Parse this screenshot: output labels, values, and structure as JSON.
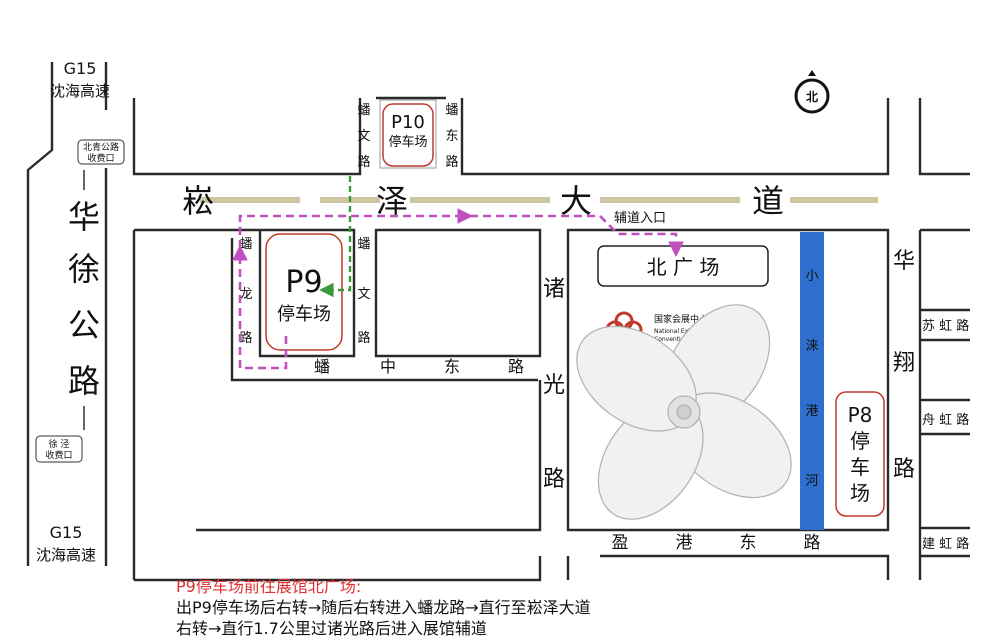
{
  "map": {
    "highway_north": {
      "code": "G15",
      "name": "沈海高速"
    },
    "highway_south": {
      "code": "G15",
      "name": "沈海高速"
    },
    "toll_north": [
      "北青公路",
      "收费口"
    ],
    "toll_south": [
      "徐 泾",
      "收费口"
    ],
    "road_huaxu": [
      "华",
      "徐",
      "公",
      "路"
    ],
    "road_songze": [
      "崧",
      "泽",
      "大",
      "道"
    ],
    "road_panwen": [
      "蟠",
      "文",
      "路"
    ],
    "road_pandong": [
      "蟠",
      "东",
      "路"
    ],
    "road_panlong": [
      "蟠",
      "龙",
      "路"
    ],
    "road_panwen2": [
      "蟠",
      "文",
      "路"
    ],
    "road_panzhongdong": [
      "蟠",
      "中",
      "东",
      "路"
    ],
    "road_zhuguang": [
      "诸",
      "光",
      "路"
    ],
    "road_yinggangdong": [
      "盈",
      "港",
      "东",
      "路"
    ],
    "road_huaxiang": [
      "华",
      "翔",
      "路"
    ],
    "road_suhong": "苏 虹 路",
    "road_zhouhong": "舟 虹 路",
    "road_jianhong": "建 虹 路",
    "river": [
      "小",
      "涞",
      "港",
      "河"
    ],
    "p10": {
      "code": "P10",
      "name": "停车场"
    },
    "p9": {
      "code": "P9",
      "name": "停车场"
    },
    "p8": {
      "code": "P8",
      "name": [
        "停",
        "车",
        "场"
      ]
    },
    "north_plaza": "北 广 场",
    "aux_entrance": "辅道入口",
    "venue_cn": "国家会展中心(上海)",
    "venue_en": [
      "National Exhibition and",
      "Convention Center (Shanghai)"
    ],
    "compass": "北",
    "colors": {
      "route_purple": "#c050c0",
      "route_green": "#3a9a3a",
      "river_blue": "#2f6fce",
      "parking_red": "#c0392b",
      "road_band": "#cfc5a0"
    }
  },
  "caption": {
    "title": "P9停车场前往展馆北广场:",
    "line1": "出P9停车场后右转→随后右转进入蟠龙路→直行至崧泽大道",
    "line2": "右转→直行1.7公里过诸光路后进入展馆辅道"
  }
}
